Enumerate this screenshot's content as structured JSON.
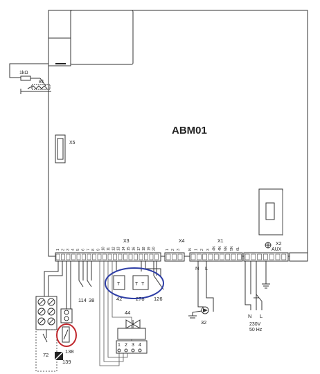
{
  "board": {
    "title": "ABM01"
  },
  "top_left": {
    "resistor": "1kΩ",
    "sensor_no": "81"
  },
  "connectors": {
    "x5": "X5",
    "x3": "X3",
    "x4": "X4",
    "x1": "X1",
    "x2": "X2",
    "aux": "AUX"
  },
  "x3_pins": [
    "1",
    "2",
    "3",
    "4",
    "5",
    "6",
    "7",
    "8",
    "9",
    "10",
    "11",
    "12",
    "13",
    "14",
    "15",
    "16",
    "17",
    "18",
    "19",
    "20"
  ],
  "x4_pins": [
    "1",
    "2",
    "3"
  ],
  "x1_pins": [
    "N",
    "1",
    "2",
    "3",
    "4N",
    "4N",
    "5N",
    "5N",
    "6L"
  ],
  "terminal_block": [
    "N",
    "L"
  ],
  "components": {
    "c114": "114",
    "c38": "38",
    "c42": "42",
    "c278": "278",
    "c126": "126",
    "c44": "44",
    "c32": "32",
    "c72": "72",
    "c138": "138",
    "c139": "139",
    "valve_pins": [
      "1",
      "2",
      "3",
      "4"
    ]
  },
  "supply": {
    "n": "N",
    "l": "L",
    "voltage": "230V",
    "freq": "50 Hz"
  },
  "highlight_colors": {
    "blue": "#2f3fa6",
    "red": "#c0282d"
  }
}
